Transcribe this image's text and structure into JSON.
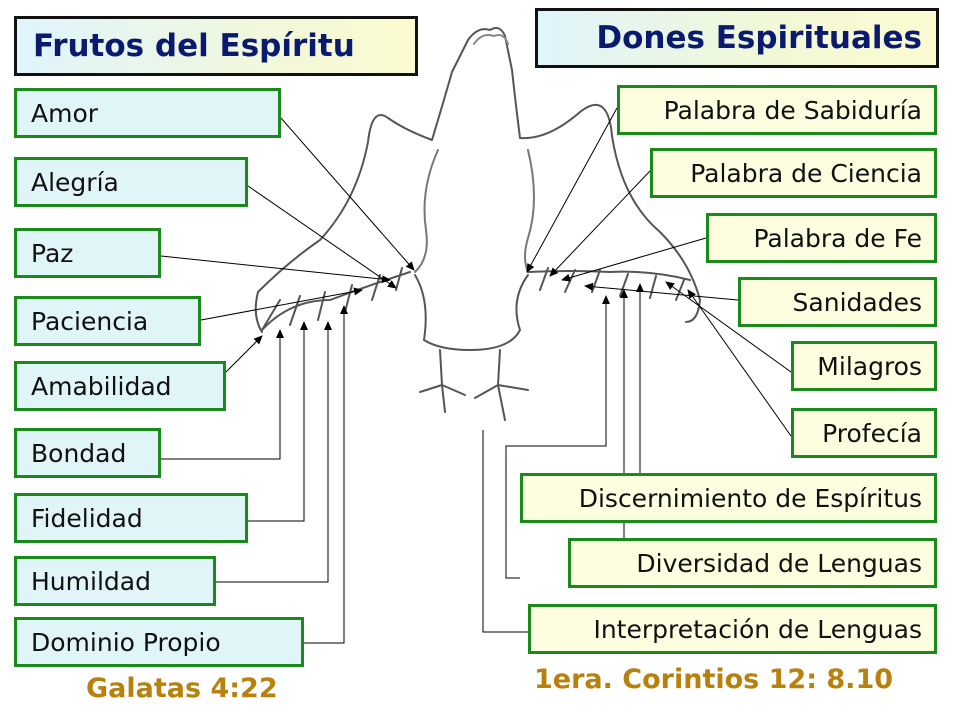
{
  "headers": {
    "fruits": "Frutos del Espíritu",
    "gifts": "Dones Espirituales"
  },
  "fruits": [
    "Amor",
    "Alegría",
    "Paz",
    "Paciencia",
    "Amabilidad",
    "Bondad",
    "Fidelidad",
    "Humildad",
    "Dominio Propio"
  ],
  "gifts": [
    "Palabra de Sabiduría",
    "Palabra de Ciencia",
    "Palabra de Fe",
    "Sanidades",
    "Milagros",
    "Profecía",
    "Discernimiento de Espíritus",
    "Diversidad de Lenguas",
    "Interpretación de Lenguas"
  ],
  "references": {
    "fruits": "Galatas 4:22",
    "gifts": "1era. Corintios 12: 8.10"
  },
  "colors": {
    "box_border": "#1a8a1a",
    "header_text": "#0a1a6e",
    "reference_text": "#b8800c"
  }
}
